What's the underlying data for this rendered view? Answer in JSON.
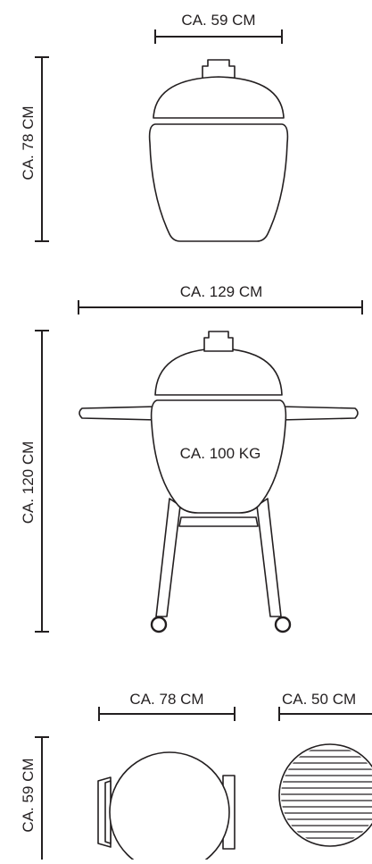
{
  "side_view": {
    "width_label": "CA. 59 CM",
    "height_label": "CA. 78 CM"
  },
  "full_view": {
    "width_label": "CA. 129 CM",
    "height_label": "CA. 120 CM",
    "weight_label": "CA. 100 KG"
  },
  "top_view": {
    "width_label": "CA. 78 CM",
    "height_label": "CA. 59 CM"
  },
  "grill_view": {
    "diameter_label": "CA. 50 CM"
  }
}
